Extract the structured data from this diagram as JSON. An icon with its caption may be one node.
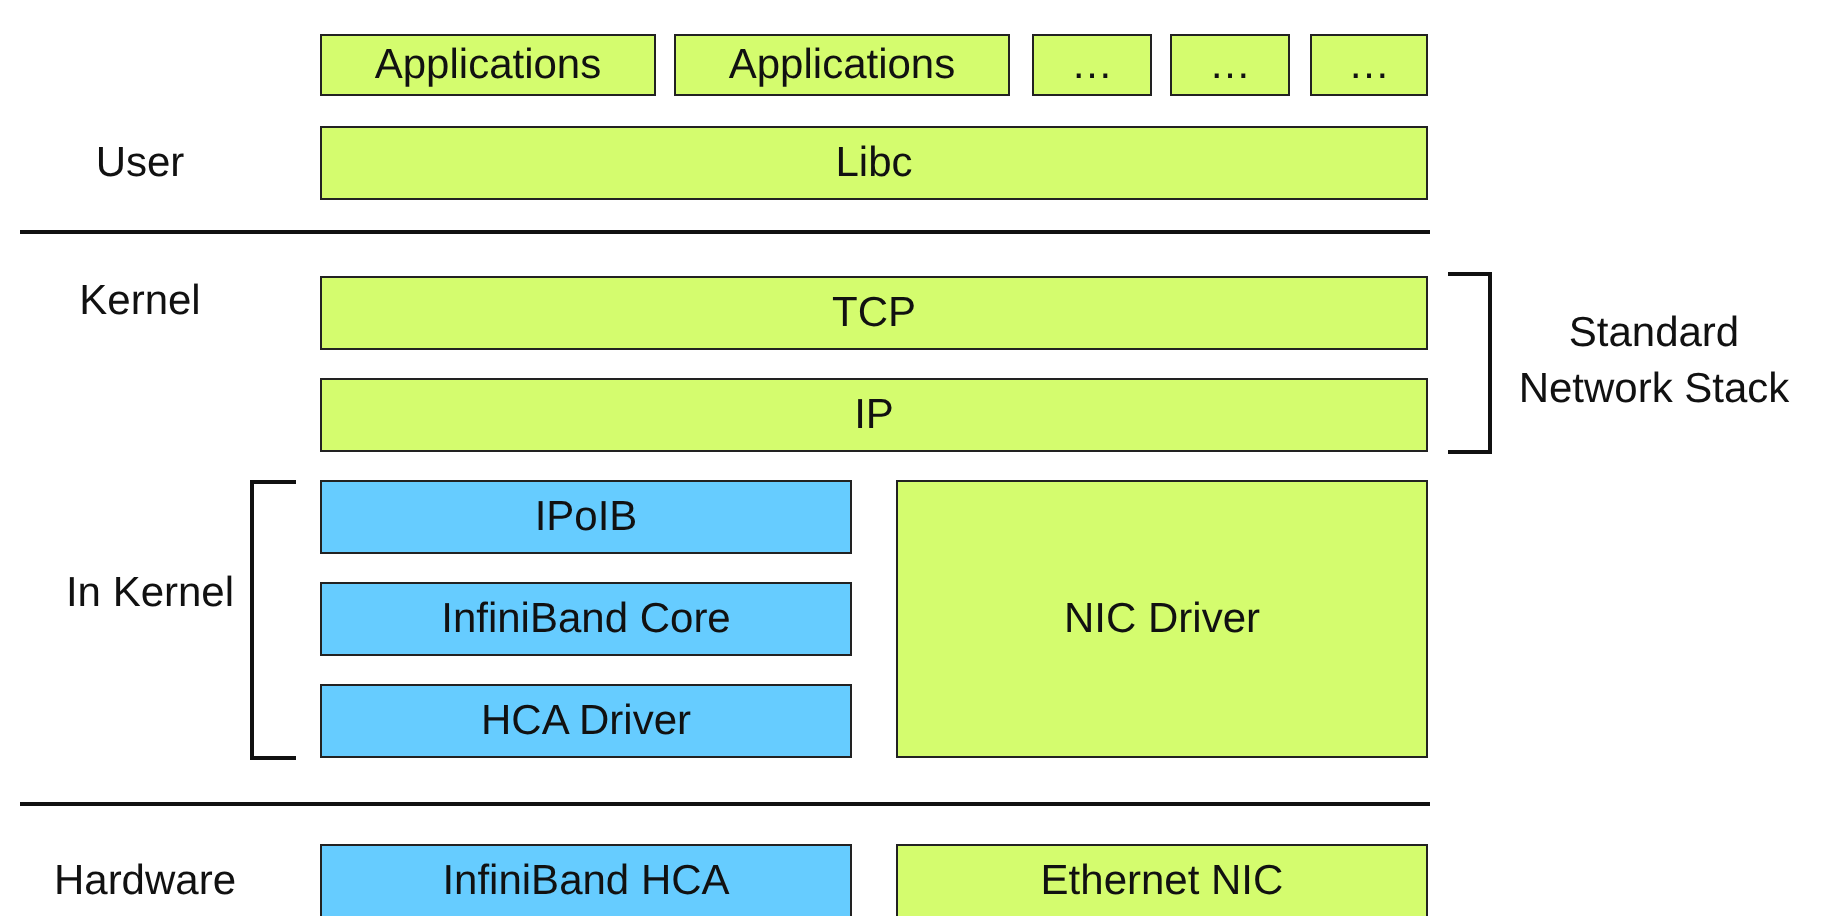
{
  "diagram": {
    "nodes": [
      {
        "text": [
          "Applications"
        ]
      },
      {
        "text": [
          "Applications"
        ]
      },
      {
        "text": [
          "…"
        ]
      },
      {
        "text": [
          "…"
        ]
      },
      {
        "text": [
          "…"
        ]
      },
      {
        "text": [
          "Libc"
        ]
      },
      {
        "text": [
          "TCP"
        ]
      },
      {
        "text": [
          "IP"
        ]
      },
      {
        "text": [
          "IPoIB"
        ]
      },
      {
        "text": [
          "InfiniBand Core"
        ]
      },
      {
        "text": [
          "HCA Driver"
        ]
      },
      {
        "text": [
          "NIC Driver"
        ]
      },
      {
        "text": [
          "InfiniBand HCA"
        ]
      },
      {
        "text": [
          "Ethernet NIC"
        ]
      }
    ],
    "labels": [
      "User",
      "Kernel",
      "Standard Network Stack",
      "In Kernel",
      "Hardware"
    ]
  }
}
